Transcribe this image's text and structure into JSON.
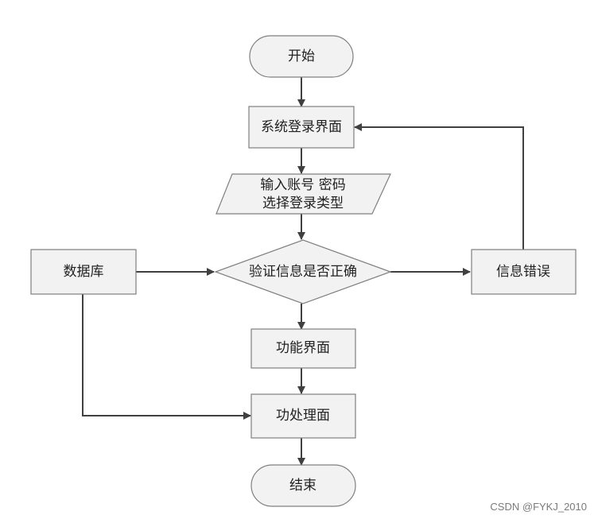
{
  "diagram": {
    "nodes": {
      "start": "开始",
      "login": "系统登录界面",
      "input_line1": "输入账号 密码",
      "input_line2": "选择登录类型",
      "database": "数据库",
      "verify": "验证信息是否正确",
      "error": "信息错误",
      "function": "功能界面",
      "process": "功处理面",
      "end": "结束"
    }
  },
  "colors": {
    "box_fill": "#f2f2f2",
    "box_stroke": "#7f7f7f",
    "line": "#404040"
  },
  "watermark": "CSDN @FYKJ_2010"
}
